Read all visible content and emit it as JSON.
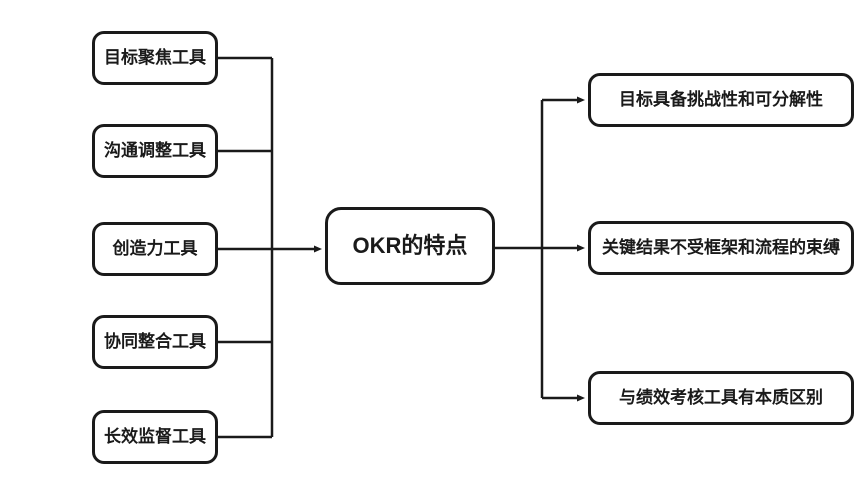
{
  "diagram": {
    "title": "OKR的特点",
    "center_node": {
      "label": "OKR的特点"
    },
    "left_nodes": [
      {
        "label": "目标聚焦工具"
      },
      {
        "label": "沟通调整工具"
      },
      {
        "label": "创造力工具"
      },
      {
        "label": "协同整合工具"
      },
      {
        "label": "长效监督工具"
      }
    ],
    "right_nodes": [
      {
        "label": "目标具备挑战性和可分解性"
      },
      {
        "label": "关键结果不受框架和流程的束缚"
      },
      {
        "label": "与绩效考核工具有本质区别"
      }
    ],
    "colors": {
      "background": "#ffffff",
      "node_fill": "#ffffff",
      "node_border": "#1a1a1a",
      "line": "#1a1a1a",
      "text": "#1a1a1a"
    }
  }
}
